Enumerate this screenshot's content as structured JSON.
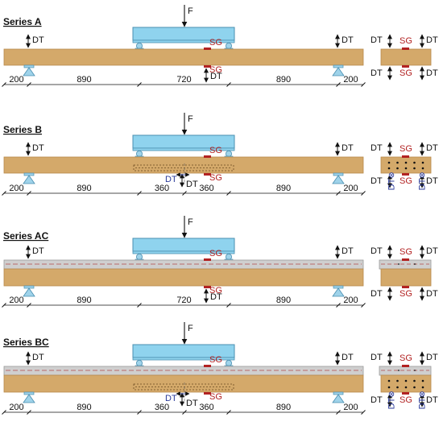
{
  "labels": {
    "load": "F",
    "dt": "DT",
    "sg": "SG"
  },
  "colors": {
    "timber": "#d4a96a",
    "timber_edge": "#b88a4c",
    "concrete": "#cfcfcf",
    "concrete_edge": "#9a9a9a",
    "beam": "#8fd3ee",
    "beam_edge": "#4a8fb0",
    "support": "#9fd3ea",
    "sg_mark": "#b22222",
    "dt_blue": "#2a3a9a"
  },
  "series": [
    {
      "key": "A",
      "title": "Series A",
      "dims": [
        "200",
        "890",
        "720",
        "890",
        "200"
      ],
      "concrete": false,
      "bars": false
    },
    {
      "key": "B",
      "title": "Series B",
      "dims": [
        "200",
        "890",
        "360",
        "360",
        "890",
        "200"
      ],
      "concrete": false,
      "bars": true
    },
    {
      "key": "AC",
      "title": "Series AC",
      "dims": [
        "200",
        "890",
        "720",
        "890",
        "200"
      ],
      "concrete": true,
      "bars": false
    },
    {
      "key": "BC",
      "title": "Series BC",
      "dims": [
        "200",
        "890",
        "360",
        "360",
        "890",
        "200"
      ],
      "concrete": true,
      "bars": true
    }
  ]
}
